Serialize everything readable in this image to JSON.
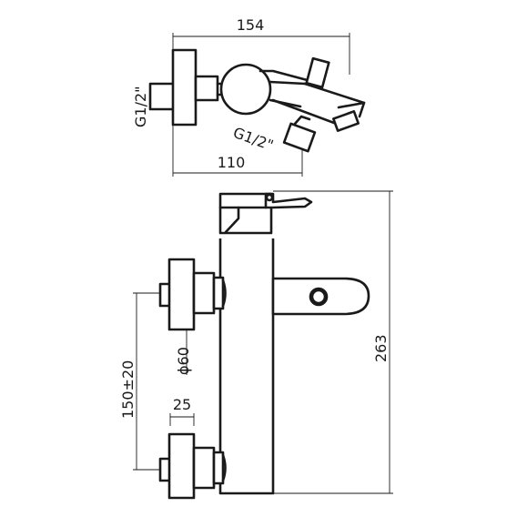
{
  "dimensions": {
    "top_width": "154",
    "top_offset": "110",
    "thread_vertical": "G1/2\"",
    "thread_angled": "G1/2\"",
    "height": "263",
    "spacing": "150±20",
    "diameter": "ϕ60",
    "depth": "25"
  }
}
